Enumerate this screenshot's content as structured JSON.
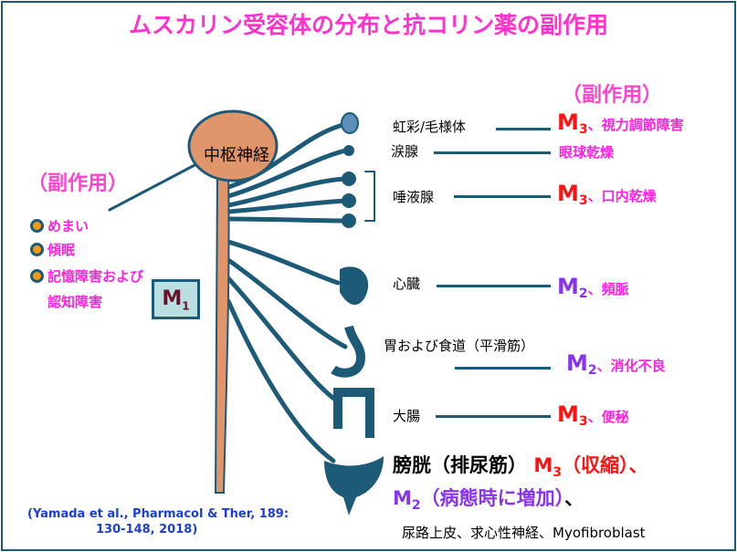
{
  "title": "ムスカリン受容体の分布と抗コリン薬の副作用",
  "brain_label": "中枢神経",
  "left": {
    "heading": "（副作用）",
    "items": [
      "めまい",
      "傾眠",
      "記憶障害および",
      "認知障害"
    ],
    "receptor": "M",
    "receptor_sub": "1"
  },
  "right_heading": "（副作用）",
  "organs": [
    {
      "name": "虹彩/毛様体",
      "receptor": "M",
      "sub": "3",
      "effect": "視力調節障害"
    },
    {
      "name": "涙腺",
      "effect": "眼球乾燥"
    },
    {
      "name": "唾液腺",
      "receptor": "M",
      "sub": "3",
      "effect": "口内乾燥"
    },
    {
      "name": "心臓",
      "receptor": "M",
      "sub": "2",
      "effect": "頻脈"
    },
    {
      "name": "胃および食道（平滑筋）",
      "receptor": "M",
      "sub": "2",
      "effect": "消化不良"
    },
    {
      "name": "大腸",
      "receptor": "M",
      "sub": "3",
      "effect": "便秘"
    }
  ],
  "sep": "、",
  "bladder": {
    "name": "膀胱（排尿筋）",
    "m3": "M",
    "m3sub": "3",
    "m3text": "（収縮）、",
    "m2": "M",
    "m2sub": "2",
    "m2text": "（病態時に増加）",
    "tail": "、",
    "other": "尿路上皮、求心性神経、Myofibroblast"
  },
  "citation": [
    "(Yamada et al., Pharmacol & Ther, 189:",
    "130-148, 2018)"
  ],
  "colors": {
    "accent": "#ff22dd",
    "m3": "#ff1111",
    "m2": "#8833ee",
    "nerve": "#1d5a78",
    "brain": "#e0956a"
  }
}
